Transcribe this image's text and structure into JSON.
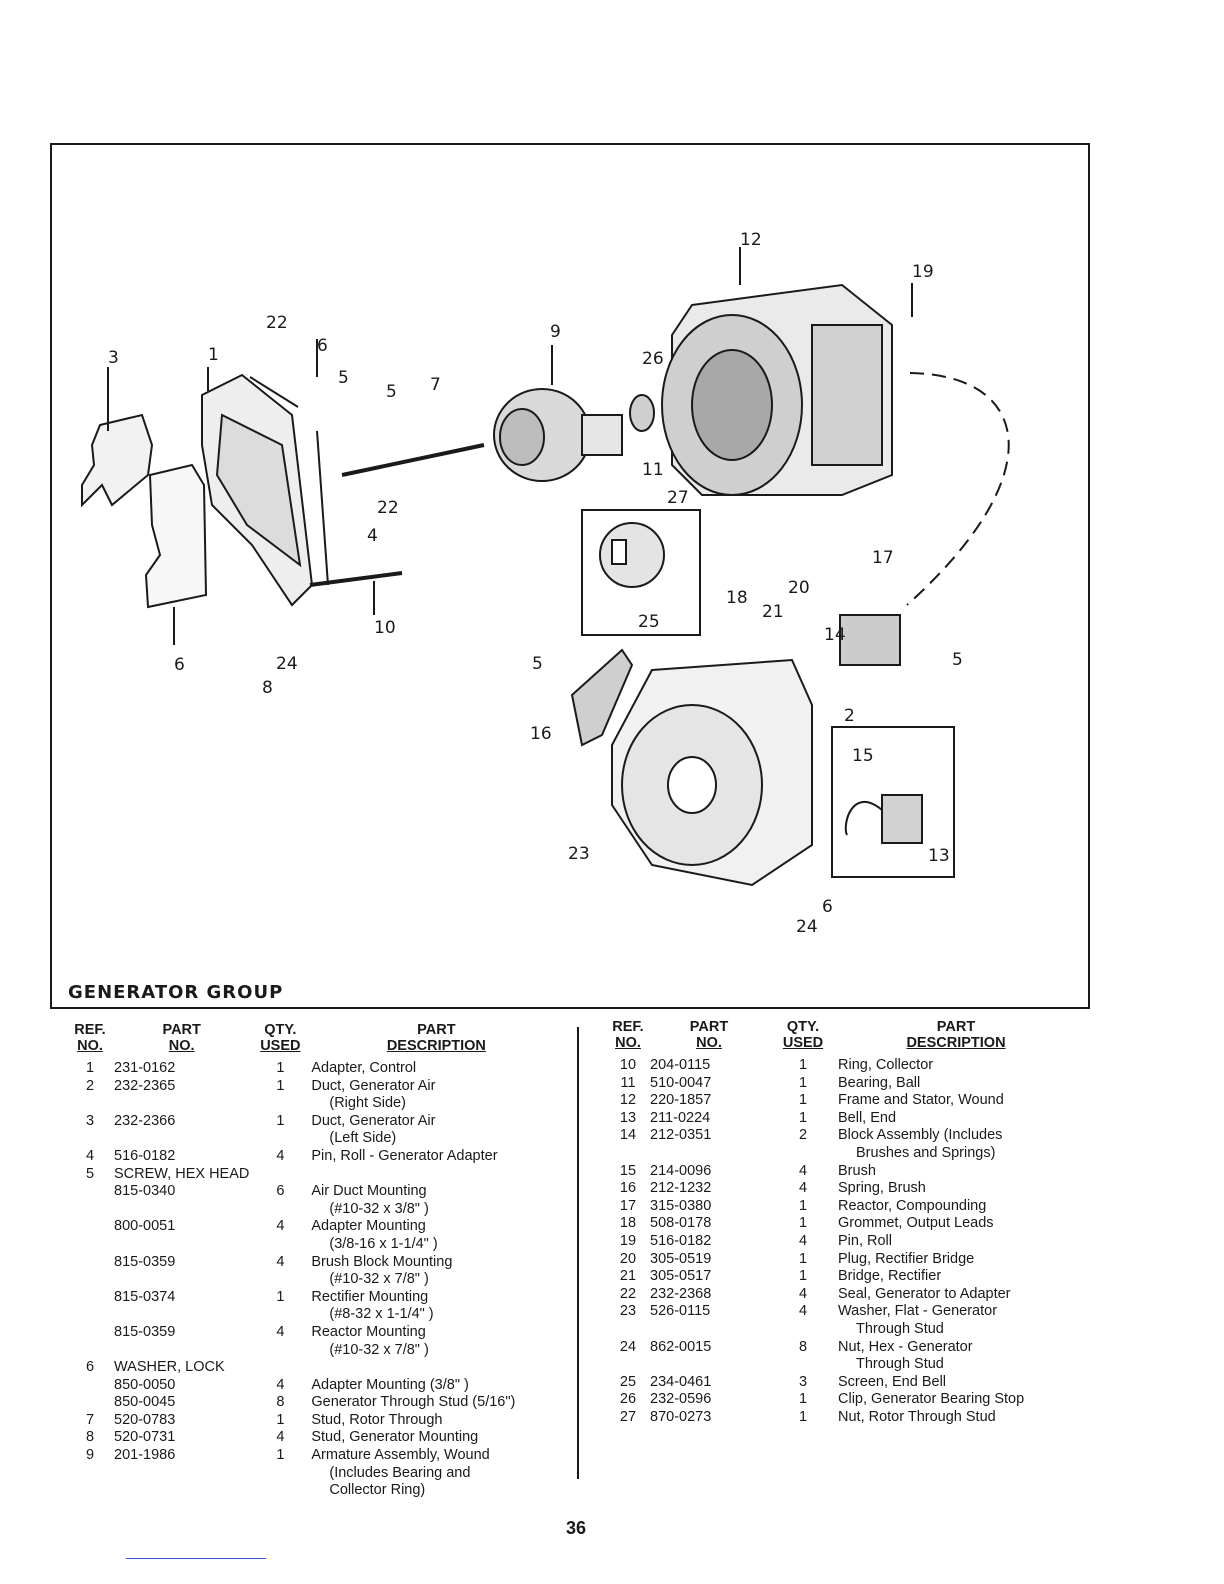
{
  "figure": {
    "title": "GENERATOR GROUP",
    "callouts": [
      "12",
      "19",
      "22",
      "3",
      "1",
      "6",
      "5",
      "5",
      "7",
      "9",
      "26",
      "11",
      "27",
      "22",
      "4",
      "17",
      "20",
      "18",
      "21",
      "14",
      "5",
      "2",
      "6",
      "24",
      "8",
      "10",
      "25",
      "5",
      "16",
      "15",
      "13",
      "23",
      "6",
      "24"
    ]
  },
  "left_table": {
    "headers": {
      "ref": [
        "REF.",
        "NO."
      ],
      "part": [
        "PART",
        "NO."
      ],
      "qty": [
        "QTY.",
        "USED"
      ],
      "desc": [
        "PART",
        "DESCRIPTION"
      ]
    },
    "rows": [
      {
        "ref": "1",
        "part": "231-0162",
        "qty": "1",
        "desc": [
          "Adapter, Control"
        ]
      },
      {
        "ref": "2",
        "part": "232-2365",
        "qty": "1",
        "desc": [
          "Duct, Generator Air",
          "(Right Side)"
        ]
      },
      {
        "ref": "3",
        "part": "232-2366",
        "qty": "1",
        "desc": [
          "Duct, Generator Air",
          "(Left Side)"
        ]
      },
      {
        "ref": "4",
        "part": "516-0182",
        "qty": "4",
        "desc": [
          "Pin, Roll - Generator Adapter"
        ]
      },
      {
        "ref": "5",
        "part": "SCREW, HEX HEAD",
        "qty": "",
        "desc": [
          ""
        ]
      },
      {
        "ref": "",
        "part": "815-0340",
        "qty": "6",
        "desc": [
          "Air Duct Mounting",
          "(#10-32 x 3/8\" )"
        ]
      },
      {
        "ref": "",
        "part": "800-0051",
        "qty": "4",
        "desc": [
          "Adapter Mounting",
          "(3/8-16 x 1-1/4\" )"
        ]
      },
      {
        "ref": "",
        "part": "815-0359",
        "qty": "4",
        "desc": [
          "Brush Block Mounting",
          "(#10-32 x 7/8\" )"
        ]
      },
      {
        "ref": "",
        "part": "815-0374",
        "qty": "1",
        "desc": [
          "Rectifier Mounting",
          "(#8-32 x 1-1/4\" )"
        ]
      },
      {
        "ref": "",
        "part": "815-0359",
        "qty": "4",
        "desc": [
          "Reactor Mounting",
          "(#10-32 x 7/8\" )"
        ]
      },
      {
        "ref": "6",
        "part": "WASHER, LOCK",
        "qty": "",
        "desc": [
          ""
        ]
      },
      {
        "ref": "",
        "part": "850-0050",
        "qty": "4",
        "desc": [
          "Adapter Mounting (3/8\" )"
        ]
      },
      {
        "ref": "",
        "part": "850-0045",
        "qty": "8",
        "desc": [
          "Generator Through Stud (5/16\")"
        ]
      },
      {
        "ref": "7",
        "part": "520-0783",
        "qty": "1",
        "desc": [
          "Stud, Rotor Through"
        ]
      },
      {
        "ref": "8",
        "part": "520-0731",
        "qty": "4",
        "desc": [
          "Stud, Generator Mounting"
        ]
      },
      {
        "ref": "9",
        "part": "201-1986",
        "qty": "1",
        "desc": [
          "Armature Assembly, Wound",
          "(Includes Bearing and",
          "Collector Ring)"
        ]
      }
    ]
  },
  "right_table": {
    "headers": {
      "ref": [
        "REF.",
        "NO."
      ],
      "part": [
        "PART",
        "NO."
      ],
      "qty": [
        "QTY.",
        "USED"
      ],
      "desc": [
        "PART",
        "DESCRIPTION"
      ]
    },
    "rows": [
      {
        "ref": "10",
        "part": "204-0115",
        "qty": "1",
        "desc": [
          "Ring, Collector"
        ]
      },
      {
        "ref": "11",
        "part": "510-0047",
        "qty": "1",
        "desc": [
          "Bearing, Ball"
        ]
      },
      {
        "ref": "12",
        "part": "220-1857",
        "qty": "1",
        "desc": [
          "Frame and Stator, Wound"
        ]
      },
      {
        "ref": "13",
        "part": "211-0224",
        "qty": "1",
        "desc": [
          "Bell, End"
        ]
      },
      {
        "ref": "14",
        "part": "212-0351",
        "qty": "2",
        "desc": [
          "Block Assembly (Includes",
          "Brushes and Springs)"
        ]
      },
      {
        "ref": "15",
        "part": "214-0096",
        "qty": "4",
        "desc": [
          "Brush"
        ]
      },
      {
        "ref": "16",
        "part": "212-1232",
        "qty": "4",
        "desc": [
          "Spring, Brush"
        ]
      },
      {
        "ref": "17",
        "part": "315-0380",
        "qty": "1",
        "desc": [
          "Reactor, Compounding"
        ]
      },
      {
        "ref": "18",
        "part": "508-0178",
        "qty": "1",
        "desc": [
          "Grommet, Output Leads"
        ]
      },
      {
        "ref": "19",
        "part": "516-0182",
        "qty": "4",
        "desc": [
          "Pin, Roll"
        ]
      },
      {
        "ref": "20",
        "part": "305-0519",
        "qty": "1",
        "desc": [
          "Plug, Rectifier Bridge"
        ]
      },
      {
        "ref": "21",
        "part": "305-0517",
        "qty": "1",
        "desc": [
          "Bridge, Rectifier"
        ]
      },
      {
        "ref": "22",
        "part": "232-2368",
        "qty": "4",
        "desc": [
          "Seal, Generator to Adapter"
        ]
      },
      {
        "ref": "23",
        "part": "526-0115",
        "qty": "4",
        "desc": [
          "Washer, Flat - Generator",
          "Through Stud"
        ]
      },
      {
        "ref": "24",
        "part": "862-0015",
        "qty": "8",
        "desc": [
          "Nut, Hex - Generator",
          "Through Stud"
        ]
      },
      {
        "ref": "25",
        "part": "234-0461",
        "qty": "3",
        "desc": [
          "Screen, End Bell"
        ]
      },
      {
        "ref": "26",
        "part": "232-0596",
        "qty": "1",
        "desc": [
          "Clip, Generator Bearing Stop"
        ]
      },
      {
        "ref": "27",
        "part": "870-0273",
        "qty": "1",
        "desc": [
          "Nut, Rotor Through Stud"
        ]
      }
    ]
  },
  "page_number": "36"
}
